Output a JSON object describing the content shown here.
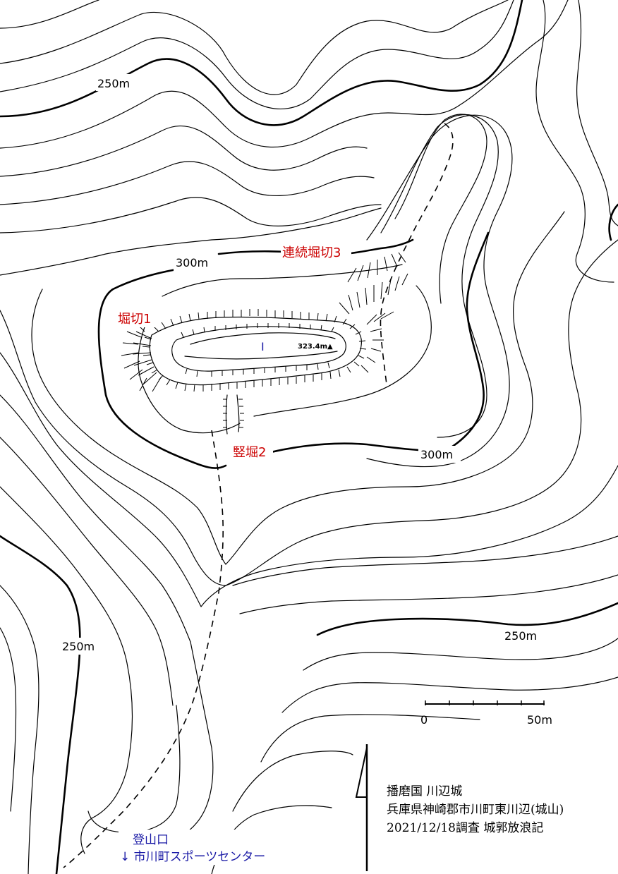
{
  "map": {
    "contour_labels": [
      "250m",
      "300m",
      "300m",
      "250m",
      "250m"
    ],
    "features": {
      "horikiri1": "堀切1",
      "renzoku3": "連続堀切3",
      "tatebori2": "竪堀2",
      "kuruwa": "I",
      "peak": "323.4m▲"
    },
    "trailhead": {
      "line1": "登山口",
      "line2": "↓ 市川町スポーツセンター"
    },
    "scale": {
      "start": "0",
      "end": "50m"
    },
    "title": {
      "line1": "播磨国 川辺城",
      "line2": "兵庫県神崎郡市川町東川辺(城山)",
      "line3": "2021/12/18調査 城郭放浪記"
    },
    "colors": {
      "feature_label": "#cc0000",
      "trailhead_label": "#1a1aa6",
      "ink": "#000000"
    }
  }
}
